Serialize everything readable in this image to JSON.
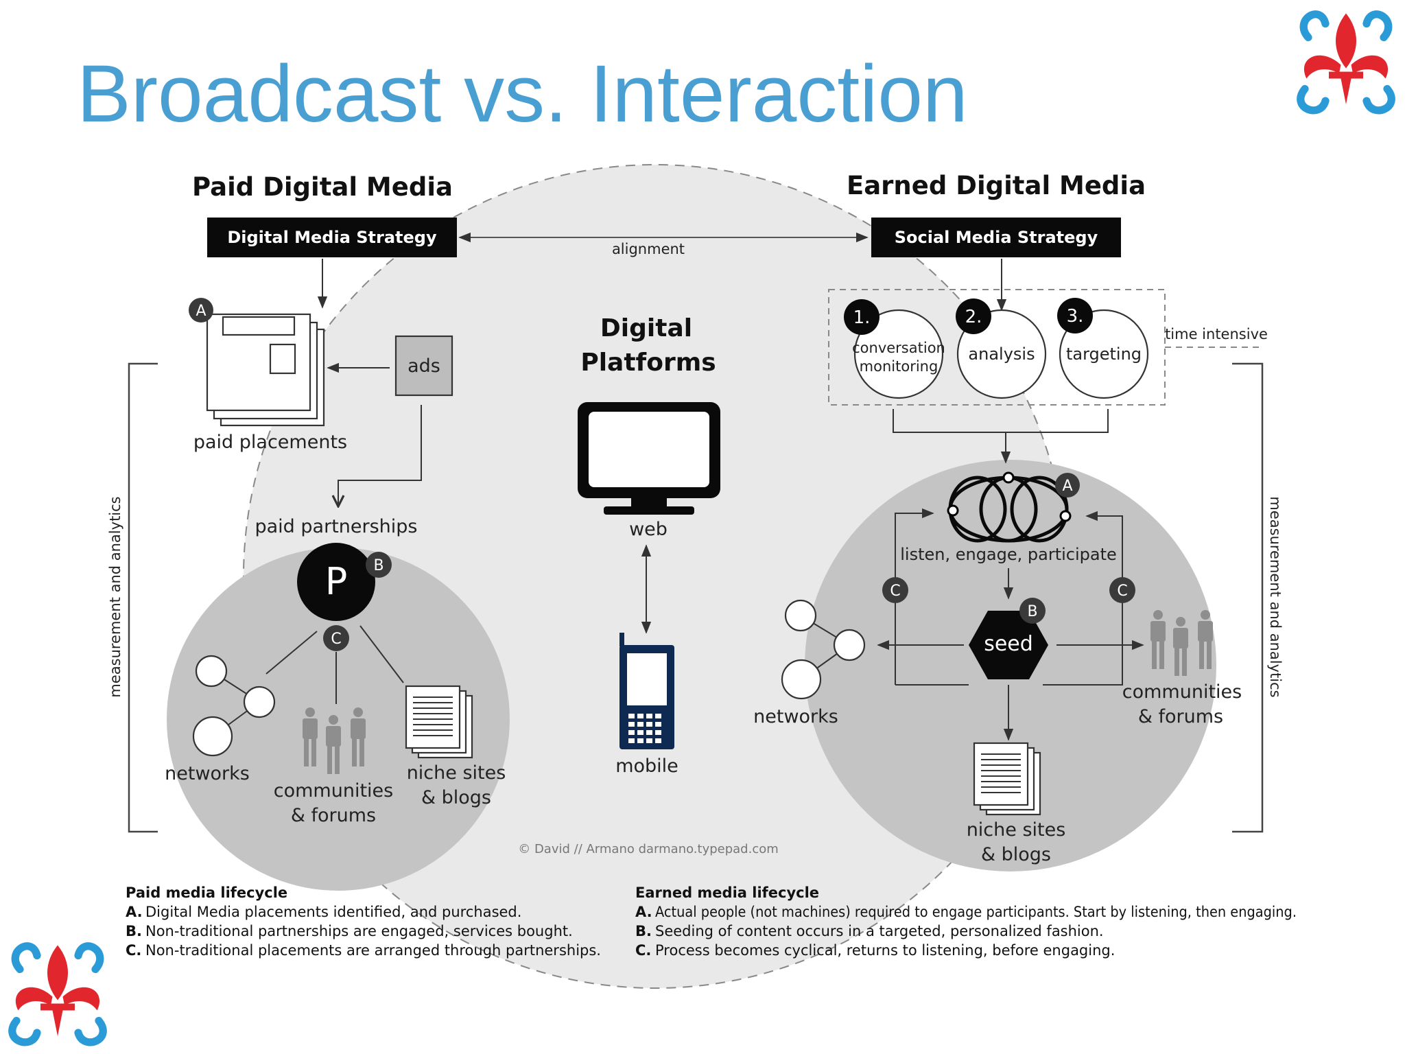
{
  "slide": {
    "title": "Broadcast vs. Interaction",
    "paid": {
      "heading": "Paid Digital Media",
      "strategy": "Digital Media Strategy",
      "ads": "ads",
      "paid_placements": "paid placements",
      "paid_partnerships": "paid partnerships",
      "p_node": "P",
      "networks": "networks",
      "communities_1": "communities",
      "communities_2": "& forums",
      "niche_1": "niche sites",
      "niche_2": "& blogs"
    },
    "earned": {
      "heading": "Earned Digital Media",
      "strategy": "Social Media Strategy",
      "steps": [
        {
          "num": "1.",
          "label_1": "conversation",
          "label_2": "monitoring"
        },
        {
          "num": "2.",
          "label_1": "analysis"
        },
        {
          "num": "3.",
          "label_1": "targeting"
        }
      ],
      "time_intensive": "time intensive",
      "listen": "listen, engage, participate",
      "seed": "seed",
      "networks": "networks",
      "communities_1": "communities",
      "communities_2": "& forums",
      "niche_1": "niche sites",
      "niche_2": "& blogs"
    },
    "center": {
      "alignment": "alignment",
      "digital_1": "Digital",
      "digital_2": "Platforms",
      "web": "web",
      "mobile": "mobile",
      "credit": "© David // Armano  darmano.typepad.com"
    },
    "side_label": "measurement and analytics",
    "badges": {
      "a": "A",
      "b": "B",
      "c": "C"
    },
    "paid_lifecycle": {
      "title": "Paid media lifecycle",
      "items": [
        {
          "key": "A.",
          "text": "Digital Media placements identified, and purchased."
        },
        {
          "key": "B.",
          "text": "Non-traditional partnerships are engaged, services bought."
        },
        {
          "key": "C.",
          "text": "Non-traditional placements are arranged through partnerships."
        }
      ]
    },
    "earned_lifecycle": {
      "title": "Earned media lifecycle",
      "items": [
        {
          "key": "A.",
          "text": "Actual people (not machines) required to engage participants. Start by listening, then engaging."
        },
        {
          "key": "B.",
          "text": "Seeding of content occurs in a targeted, personalized fashion."
        },
        {
          "key": "C.",
          "text": "Process becomes cyclical, returns to listening, before engaging."
        }
      ]
    },
    "colors": {
      "title": "#4a9fd2",
      "logo_blue": "#2a9bd6",
      "logo_red": "#e1262d"
    }
  }
}
